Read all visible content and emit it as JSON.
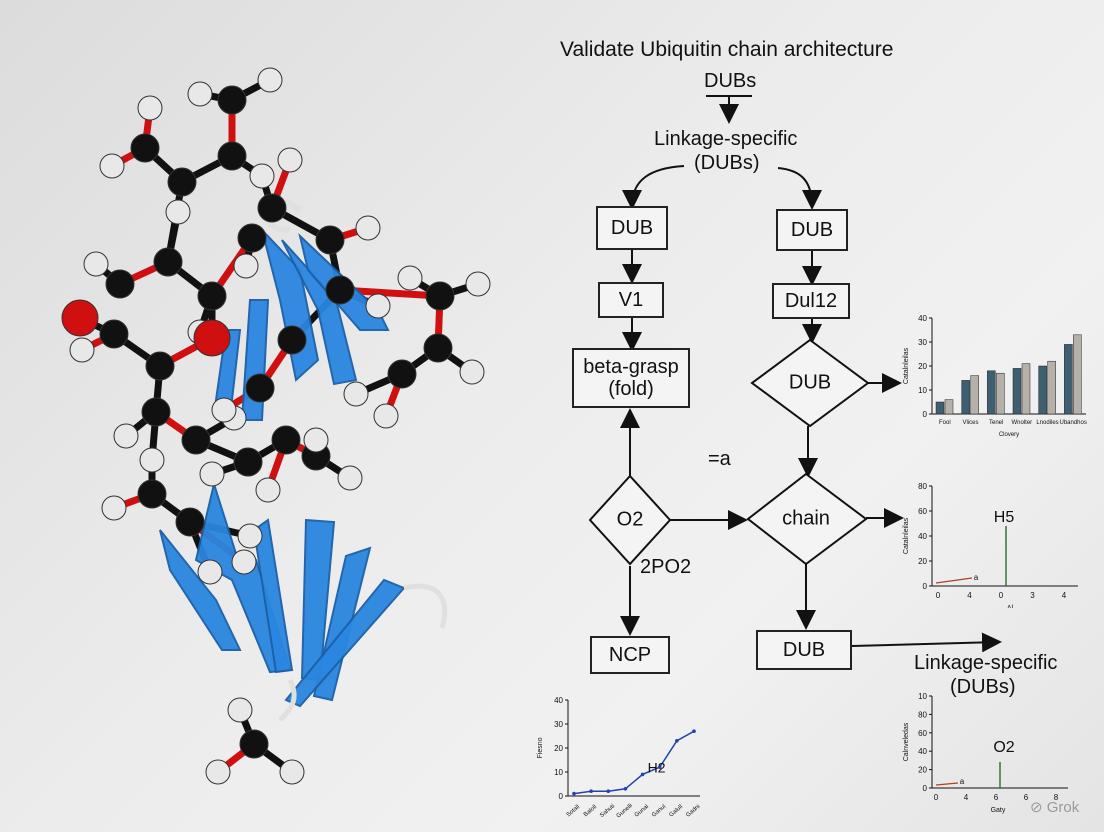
{
  "title": "Validate Ubiquitin chain architecture",
  "top_label": "DUBs",
  "linkage": "Linkage-specific",
  "linkage_paren": "(DUBs)",
  "boxes": {
    "left_dub": "DUB",
    "right_dub": "DUB",
    "v1": "V1",
    "dul12": "Dul12",
    "beta_grasp_1": "beta-grasp",
    "beta_grasp_2": "(fold)",
    "nc": "NCP",
    "bottom_dub": "DUB"
  },
  "diamonds": {
    "right_dub": "DUB",
    "o2": "O2",
    "chain": "chain"
  },
  "labels": {
    "eq": "=a",
    "po": "2PO2",
    "linkage_bottom_1": "Linkage-specific",
    "linkage_bottom_2": "(DUBs)",
    "watermark": "Grok"
  },
  "colors": {
    "protein_blue": "#2a86e0",
    "atom_red": "#d01010",
    "atom_black": "#111111",
    "atom_white": "#e8e8e8",
    "bar_dark": "#3d5f70",
    "bar_light": "#b6b0aa",
    "line_blue": "#2244aa"
  },
  "chart_data": [
    {
      "type": "bar",
      "categories": [
        "Fool",
        "Vlices",
        "Tenel",
        "Wnolter",
        "Lnodiles",
        "Ubandhos"
      ],
      "series": [
        {
          "values": [
            5,
            14,
            18,
            19,
            20,
            29
          ]
        },
        {
          "values": [
            6,
            16,
            17,
            21,
            22,
            33
          ]
        }
      ],
      "ylim": [
        0,
        40
      ],
      "yticks": [
        "0",
        "10",
        "20",
        "30",
        "40"
      ],
      "ylabel": "Catalnleilas",
      "xlabel": "Clovery"
    },
    {
      "type": "line",
      "x": [
        0,
        1,
        2,
        3,
        4,
        5,
        6,
        7
      ],
      "y": [
        1,
        2,
        2,
        3,
        9,
        12,
        23,
        27
      ],
      "ylim": [
        0,
        40
      ],
      "yticks": [
        "0",
        "10",
        "20",
        "30",
        "40"
      ],
      "xticks": [
        "Sotall",
        "Baloll",
        "Sahuti",
        "Gunelli",
        "Gunal",
        "Ganul",
        "Galull",
        "Gadni"
      ],
      "ylabel": "Fiesno",
      "annotation": "H2"
    },
    {
      "type": "scatter",
      "yticks": [
        "0",
        "20",
        "40",
        "60",
        "80"
      ],
      "xticks": [
        "0",
        "4",
        "0",
        "3",
        "4"
      ],
      "ylabel": "Catalnleilas",
      "xlabel": "Al",
      "annotation": "H5",
      "note": "a"
    },
    {
      "type": "scatter",
      "yticks": [
        "0",
        "20",
        "40",
        "60",
        "80",
        "10"
      ],
      "xticks": [
        "0",
        "4",
        "6",
        "6",
        "8"
      ],
      "ylabel": "Calnveledas",
      "xlabel": "Gaty",
      "annotation": "O2",
      "note": "a"
    }
  ]
}
